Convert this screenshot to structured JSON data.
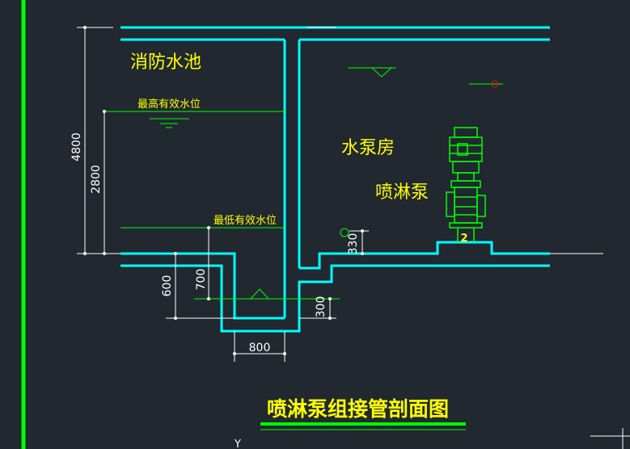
{
  "labels": {
    "fire_pool": "消防水池",
    "highest_level": "最高有效水位",
    "lowest_level": "最低有效水位",
    "pump_room": "水泵房",
    "spray_pump": "喷淋泵",
    "pump_number": "2",
    "title": "喷淋泵组接管剖面图"
  },
  "dimensions": {
    "total_height": "4800",
    "effective_depth": "2800",
    "sump_depth": "600",
    "sump_depth_inner": "700",
    "pipe_offset": "300",
    "pump_base": "330",
    "sump_width": "800"
  },
  "axis": {
    "y_label": "Y"
  },
  "colors": {
    "background": "#212830",
    "structure": "#00ffff",
    "text": "#ffff00",
    "dimension": "#ffffff",
    "level_line": "#00ff00",
    "border": "#00ff00",
    "marker": "#ff0000"
  }
}
